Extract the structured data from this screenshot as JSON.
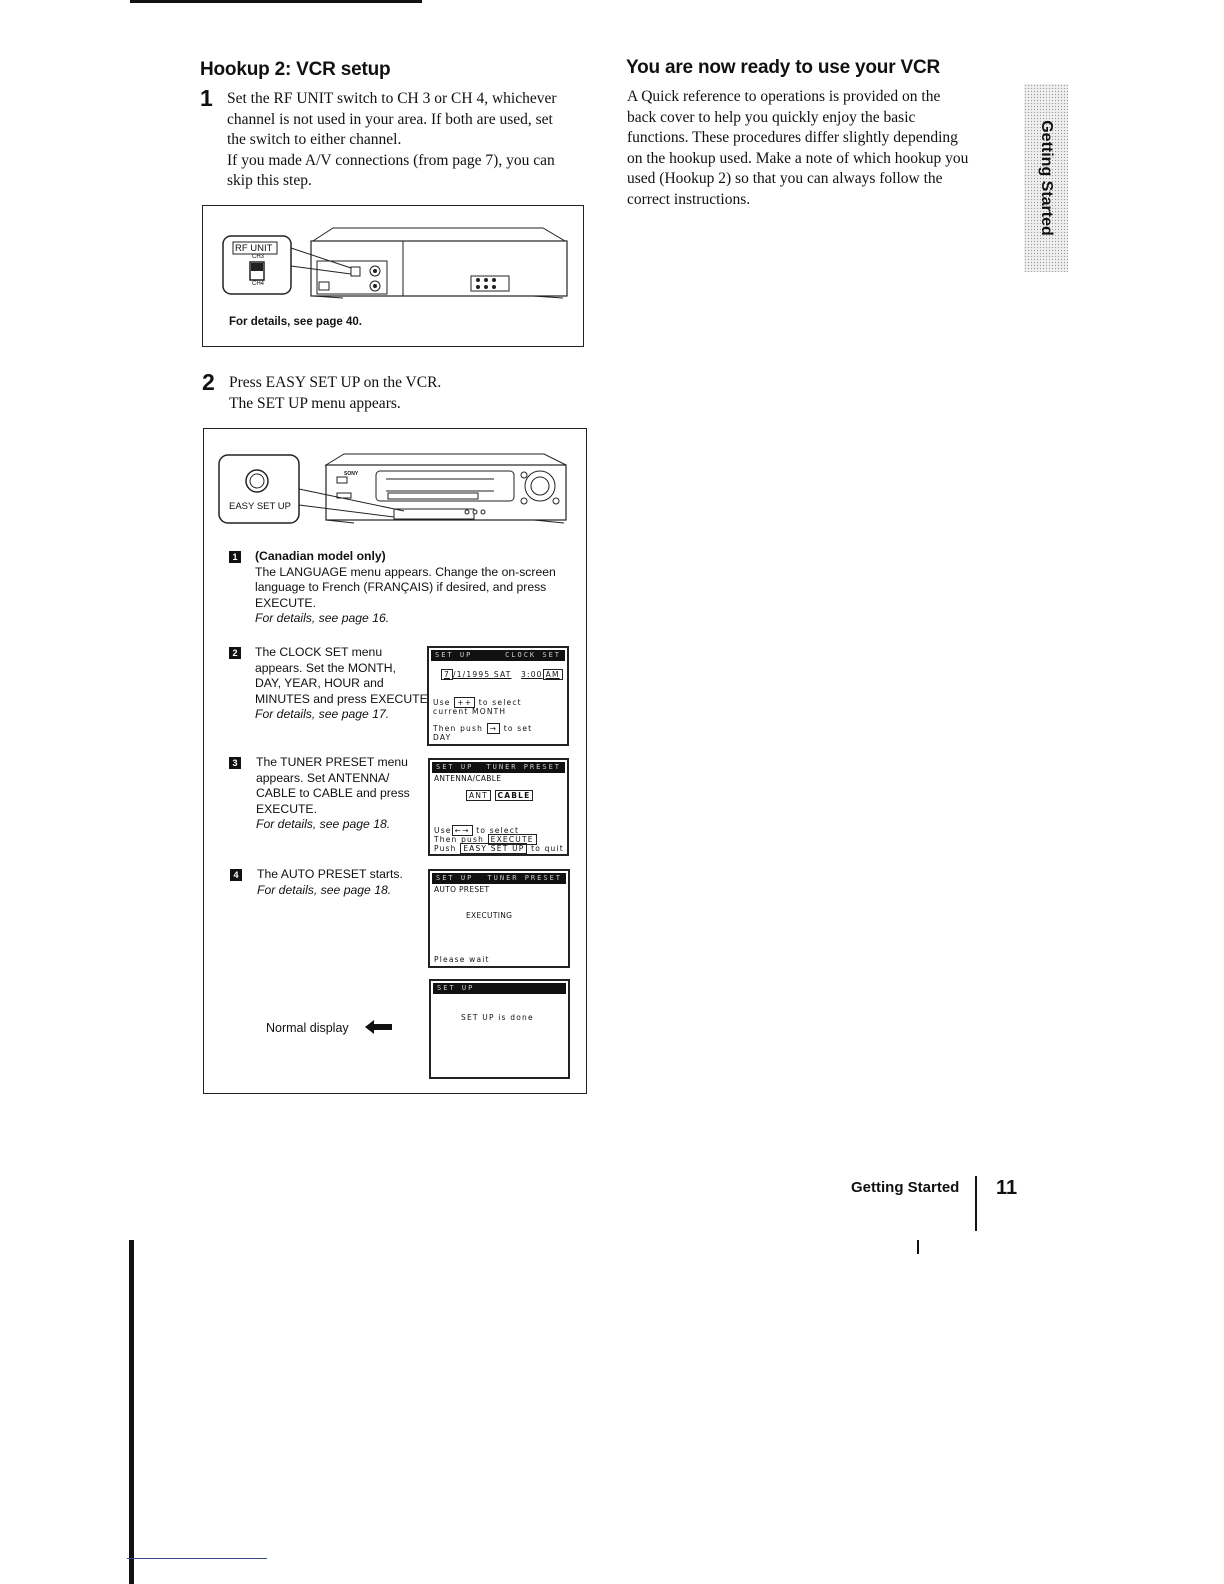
{
  "left": {
    "heading": "Hookup 2: VCR setup",
    "step1": {
      "num": "1",
      "lines": [
        "Set the RF UNIT switch to CH 3 or CH 4, whichever",
        "channel is not used in your area. If both are used, set",
        "the switch to either channel.",
        "If you made A/V connections (from page 7), you can",
        "skip this step."
      ],
      "figure": {
        "rf_unit_label": "RF UNIT",
        "ch3_label": "CH3",
        "ch4_label": "CH4",
        "caption": "For details, see page 40."
      }
    },
    "step2": {
      "num": "2",
      "lines": [
        "Press EASY SET UP on the VCR.",
        "The SET UP menu appears."
      ],
      "figure": {
        "brand_label": "SONY",
        "easy_setup_label": "EASY SET UP",
        "sub_steps": [
          {
            "marker": "1",
            "title": "(Canadian model only)",
            "lines": [
              "The LANGUAGE menu appears. Change the on-screen",
              "language to French (FRANÇAIS) if desired, and press",
              "EXECUTE."
            ],
            "details": "For details, see page 16."
          },
          {
            "marker": "2",
            "lines": [
              "The CLOCK SET menu",
              "appears. Set the MONTH,",
              "DAY, YEAR, HOUR and",
              "MINUTES and press EXECUTE."
            ],
            "details": "For details, see page 17."
          },
          {
            "marker": "3",
            "lines": [
              "The TUNER PRESET menu",
              "appears. Set ANTENNA/",
              "CABLE to CABLE and press",
              "EXECUTE."
            ],
            "details": "For details, see page 18."
          },
          {
            "marker": "4",
            "lines": [
              "The AUTO PRESET starts."
            ],
            "details": "For details, see page 18."
          }
        ],
        "screens": {
          "clock": {
            "bar_left": "SET UP",
            "bar_right": "CLOCK SET",
            "date_month": "7",
            "date_rest": "/1/1995 SAT",
            "time": "3:00",
            "time_suffix": "AM",
            "l1_pre": "Use",
            "l1_key": "++",
            "l1_post": "to select",
            "l2": "current MONTH",
            "l3_pre": "Then push",
            "l3_key": "→",
            "l3_post": "to set",
            "l4": "DAY"
          },
          "tuner": {
            "bar_left": "SET UP",
            "bar_right": "TUNER PRESET",
            "line1": "ANTENNA/CABLE",
            "opt_ant": "ANT",
            "opt_cable": "CABLE",
            "l1_pre": "Use",
            "l1_key": "←→",
            "l1_post": "to select",
            "l2_pre": "Then push",
            "l2_key": "EXECUTE",
            "l3_pre": "Push",
            "l3_key": "EASY SET UP",
            "l3_post": "to quit"
          },
          "auto": {
            "bar_left": "SET UP",
            "bar_right": "TUNER PRESET",
            "line1": "AUTO PRESET",
            "line2": "EXECUTING",
            "line3": "Please wait"
          },
          "done": {
            "bar_left": "SET UP",
            "line1": "SET UP is done"
          }
        },
        "normal_display": "Normal display"
      }
    }
  },
  "right": {
    "heading": "You are now ready to use your VCR",
    "lines": [
      "A Quick reference to operations is provided on the",
      "back cover to help you quickly enjoy the basic",
      "functions. These procedures differ slightly depending",
      "on the hookup used. Make a note of which hookup you",
      "used (Hookup 2) so that you can always follow the",
      "correct instructions."
    ]
  },
  "side_tab": "Getting Started",
  "footer": {
    "section": "Getting Started",
    "page": "11"
  }
}
